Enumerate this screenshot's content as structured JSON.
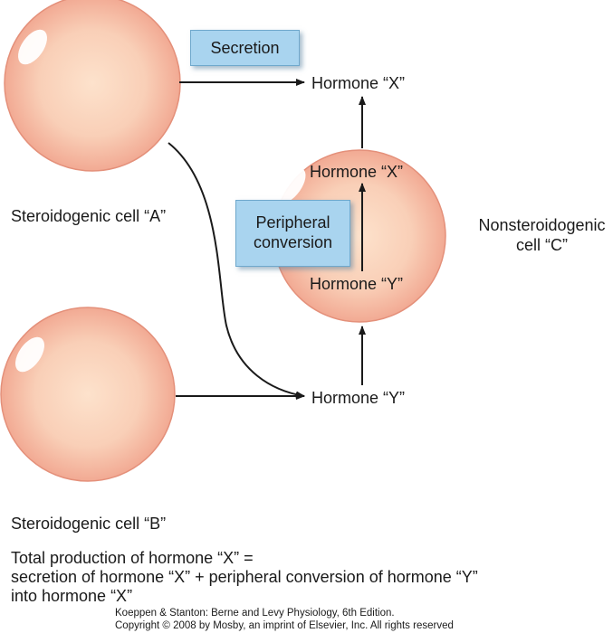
{
  "labels": {
    "secretion": "Secretion",
    "peripheral_line1": "Peripheral",
    "peripheral_line2": "conversion",
    "hormone_x_top": "Hormone “X”",
    "hormone_x_inner": "Hormone “X”",
    "hormone_y_inner": "Hormone “Y”",
    "hormone_y_bottom": "Hormone “Y”",
    "cell_a": "Steroidogenic cell “A”",
    "cell_b": "Steroidogenic cell “B”",
    "cell_c_line1": "Nonsteroidogenic",
    "cell_c_line2": "cell “C”"
  },
  "footer": {
    "line1": "Total production of hormone “X” =",
    "line2": "secretion of hormone “X” + peripheral conversion of hormone “Y”",
    "line3": "into hormone “X”"
  },
  "credit": {
    "line1": "Koeppen & Stanton: Berne and Levy Physiology, 6th Edition.",
    "line2": "Copyright © 2008 by Mosby, an imprint of Elsevier, Inc. All rights reserved"
  },
  "colors": {
    "cell_fill_center": "#fde0c8",
    "cell_fill_edge": "#f2a48c",
    "box_fill": "#a9d4ef",
    "arrow": "#1a1a1a"
  }
}
